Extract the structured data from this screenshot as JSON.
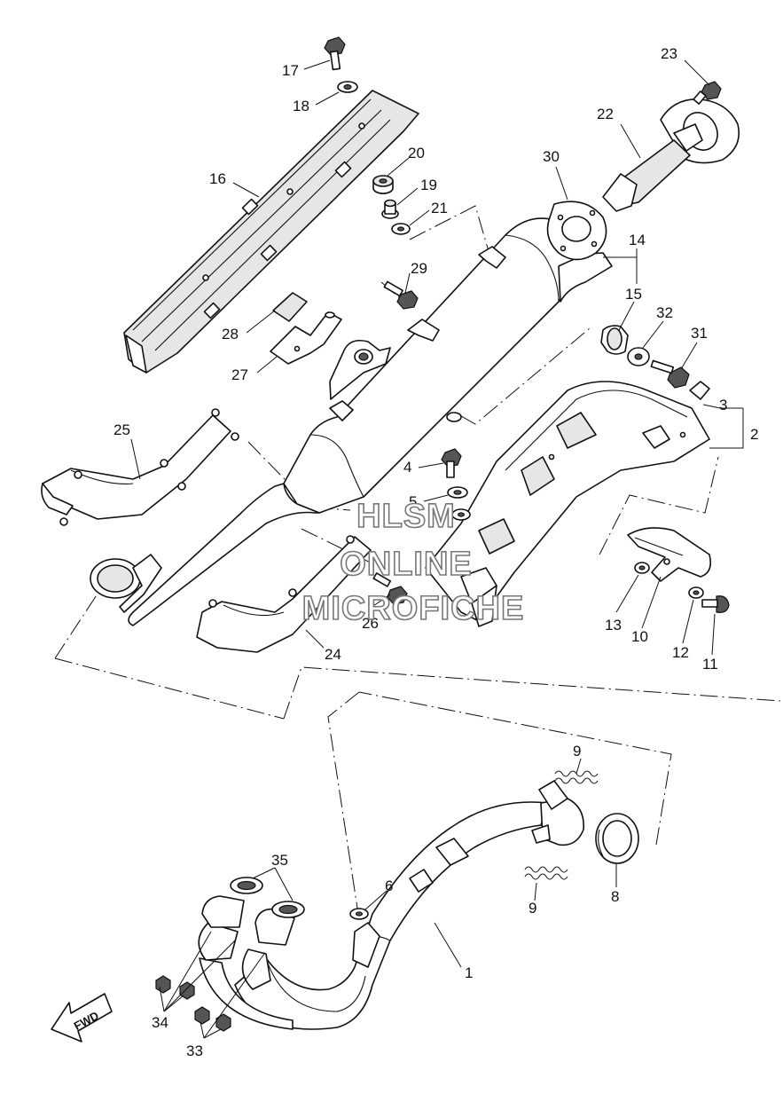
{
  "diagram": {
    "callouts": {
      "c1": "1",
      "c2": "2",
      "c3": "3",
      "c4": "4",
      "c5": "5",
      "c6": "6",
      "c8": "8",
      "c9a": "9",
      "c9b": "9",
      "c10": "10",
      "c11": "11",
      "c12": "12",
      "c13": "13",
      "c14": "14",
      "c15": "15",
      "c16": "16",
      "c17": "17",
      "c18": "18",
      "c19": "19",
      "c20": "20",
      "c21": "21",
      "c22": "22",
      "c23": "23",
      "c24": "24",
      "c25": "25",
      "c26": "26",
      "c27": "27",
      "c28": "28",
      "c29": "29",
      "c30": "30",
      "c31": "31",
      "c32": "32",
      "c33": "33",
      "c34": "34",
      "c35": "35"
    },
    "watermark": {
      "line1": "HLSM",
      "line2": "ONLINE",
      "line3": "MICROFICHE"
    },
    "direction_badge": "FWD"
  }
}
